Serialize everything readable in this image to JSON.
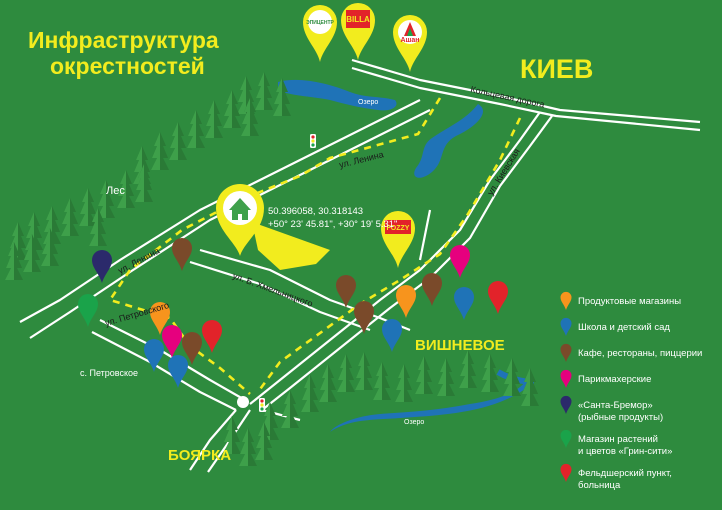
{
  "title": {
    "line1": "Инфраструктура",
    "line2": "окрестностей"
  },
  "cities": {
    "kiev": "КИЕВ",
    "vishnevoe": "ВИШНЕВОЕ",
    "boyarka": "БОЯРКА"
  },
  "places": {
    "forest": "Лес",
    "petrovskoe": "с. Петровское"
  },
  "lakes": {
    "north": "Озеро",
    "south": "Озеро"
  },
  "roads": {
    "ring": "Кольцевая дорога",
    "lenina_north": "ул. Ленина",
    "lenina_west": "ул. Ленина",
    "khmelnitskogo": "ул. Б. Хмельницкого",
    "petrovskogo": "ул. Петровского",
    "kievskaya": "ул. Киевская"
  },
  "coordinates": {
    "decimal": "50.396058, 30.318143",
    "dms": "+50° 23' 45.81\", +30° 19' 5.31\""
  },
  "stores": {
    "epicentr": "ЭПИЦЕНТР",
    "billa": "BILLA",
    "auchan": "Ашан",
    "fozzy": "FOZZY"
  },
  "legend": [
    {
      "color": "#f7941d",
      "lines": [
        "Продуктовые магазины"
      ]
    },
    {
      "color": "#1f73b7",
      "lines": [
        "Школа и детский сад"
      ]
    },
    {
      "color": "#7a4a2a",
      "lines": [
        "Кафе, рестораны, пиццерии"
      ]
    },
    {
      "color": "#e6007e",
      "lines": [
        "Парикмахерские"
      ]
    },
    {
      "color": "#2b2a6b",
      "lines": [
        "«Санта-Бремор»",
        "(рыбные продукты)"
      ]
    },
    {
      "color": "#1aa34a",
      "lines": [
        "Магазин растений",
        "и цветов «Грин-сити»"
      ]
    },
    {
      "color": "#e2232a",
      "lines": [
        "Фельдшерский пункт,",
        "больница"
      ]
    }
  ],
  "colors": {
    "background": "#2e8b3e",
    "accent_yellow": "#f2ec1e",
    "grocery": "#f7941d",
    "school": "#1f73b7",
    "cafe": "#7a4a2a",
    "hair": "#e6007e",
    "fish": "#2b2a6b",
    "plants": "#1aa34a",
    "medical": "#e2232a"
  }
}
